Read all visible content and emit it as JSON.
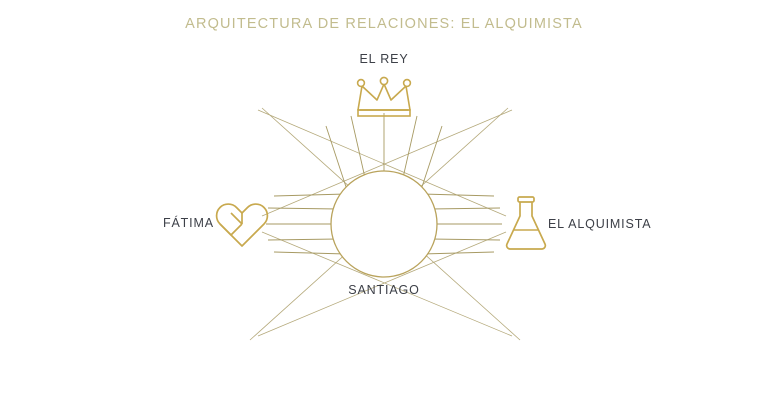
{
  "title": "ARQUITECTURA DE RELACIONES: EL ALQUIMISTA",
  "colors": {
    "background": "#ffffff",
    "title_gold": "#c2bc8e",
    "line_gold": "#a79a63",
    "icon_gold": "#c8a94e",
    "label_dark": "#3d4048"
  },
  "center": {
    "label": "SANTIAGO",
    "shape": "circle",
    "icon": "circle-outline-icon"
  },
  "nodes": [
    {
      "id": "el-rey",
      "label": "EL REY",
      "icon": "crown-icon",
      "position": "top"
    },
    {
      "id": "fatima",
      "label": "FÁTIMA",
      "icon": "heart-icon",
      "position": "left"
    },
    {
      "id": "el-alquimista",
      "label": "EL ALQUIMISTA",
      "icon": "flask-icon",
      "position": "right"
    }
  ],
  "connections": [
    {
      "from": "santiago",
      "to": "el-rey",
      "rays": 5
    },
    {
      "from": "santiago",
      "to": "fatima",
      "rays": 5
    },
    {
      "from": "santiago",
      "to": "el-alquimista",
      "rays": 5
    }
  ],
  "diagonals": [
    {
      "from": "el-rey",
      "to": "bottom-left-corner"
    },
    {
      "from": "el-rey",
      "to": "bottom-right-corner"
    },
    {
      "from": "fatima",
      "to": "top-right-area"
    },
    {
      "from": "fatima",
      "to": "bottom-right-area"
    },
    {
      "from": "el-alquimista",
      "to": "top-left-area"
    },
    {
      "from": "el-alquimista",
      "to": "bottom-left-area"
    }
  ]
}
